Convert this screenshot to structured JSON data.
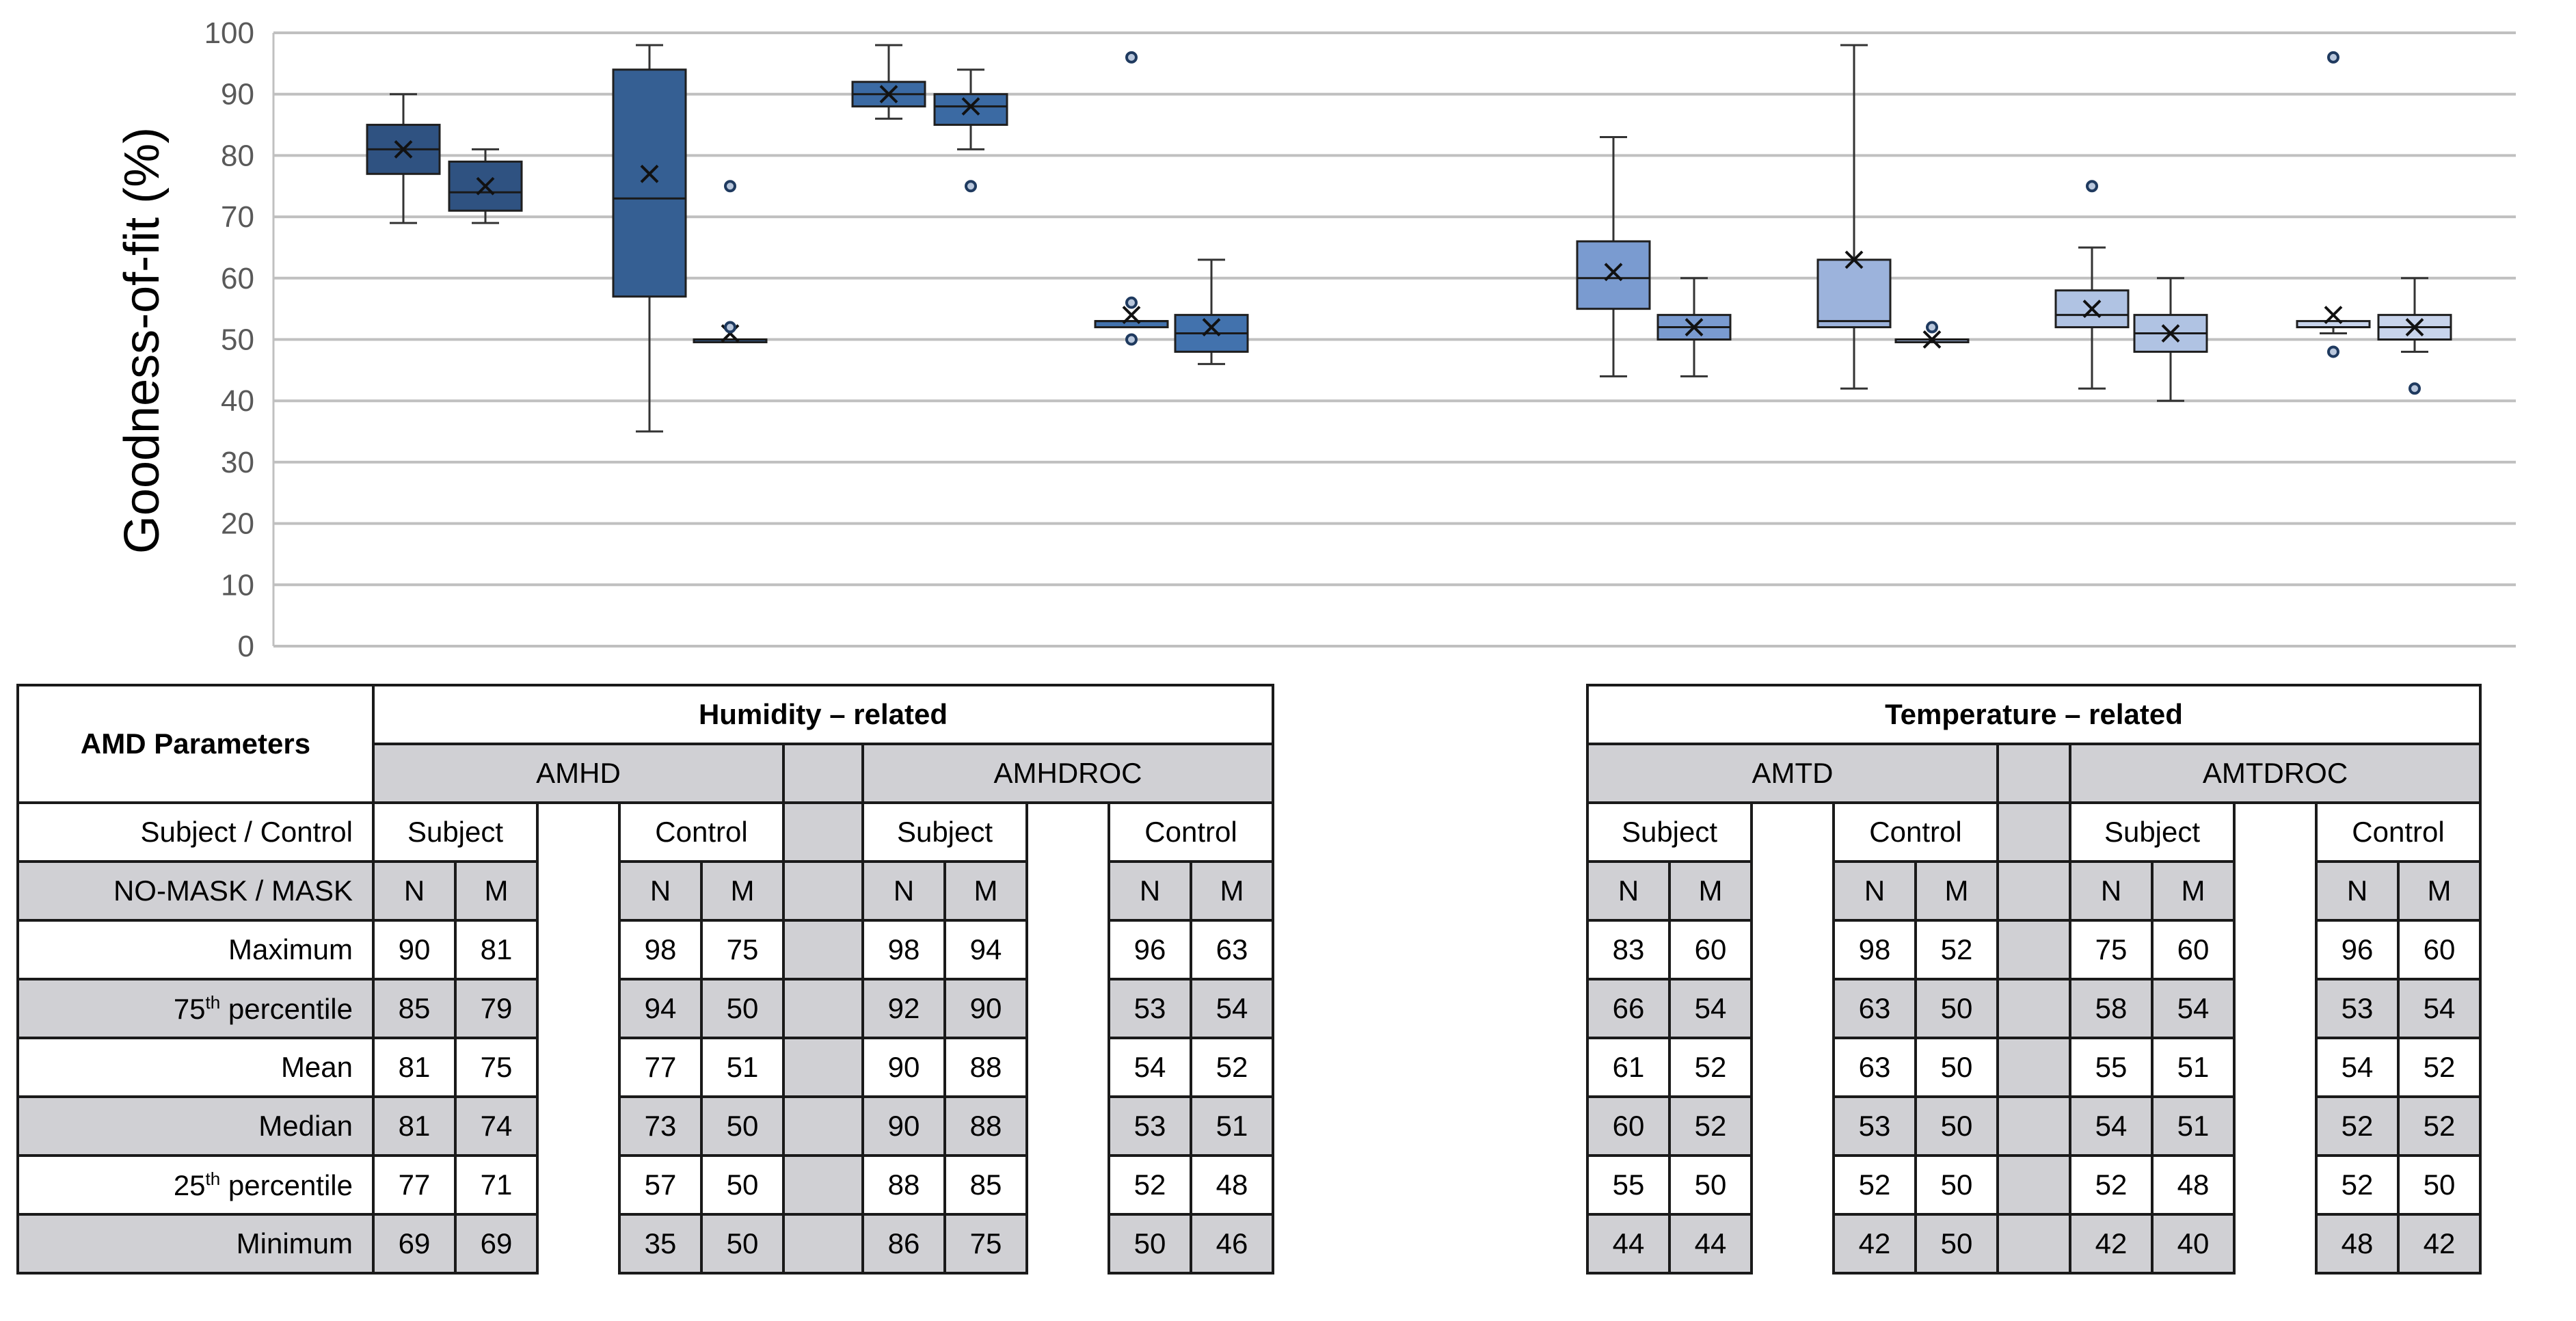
{
  "chart_data": {
    "type": "box",
    "ylabel": "Goodness-of-fit (%)",
    "ylim": [
      0,
      100
    ],
    "yticks": [
      "0",
      "10",
      "20",
      "30",
      "40",
      "50",
      "60",
      "70",
      "80",
      "90",
      "100"
    ],
    "grid": true,
    "groups": [
      {
        "name": "AMHD",
        "group": "Humidity – related"
      },
      {
        "name": "AMHDROC",
        "group": "Humidity – related"
      },
      {
        "name": "AMTD",
        "group": "Temperature – related"
      },
      {
        "name": "AMTDROC",
        "group": "Temperature – related"
      }
    ],
    "boxes": [
      {
        "parameter": "AMHD",
        "role": "Subject",
        "mode": "N",
        "color": "#2f5281",
        "min": 69,
        "q1": 77,
        "median": 81,
        "q3": 85,
        "max": 90,
        "mean": 81,
        "outliers": []
      },
      {
        "parameter": "AMHD",
        "role": "Subject",
        "mode": "M",
        "color": "#2f5281",
        "min": 69,
        "q1": 71,
        "median": 74,
        "q3": 79,
        "max": 81,
        "mean": 75,
        "outliers": []
      },
      {
        "parameter": "AMHD",
        "role": "Control",
        "mode": "N",
        "color": "#355f93",
        "min": 35,
        "q1": 57,
        "median": 73,
        "q3": 94,
        "max": 98,
        "mean": 77,
        "outliers": []
      },
      {
        "parameter": "AMHD",
        "role": "Control",
        "mode": "M",
        "color": "#355f93",
        "min": 50,
        "q1": 50,
        "median": 50,
        "q3": 50,
        "max": 50,
        "mean": 51,
        "outliers": [
          75,
          52
        ]
      },
      {
        "parameter": "AMHDROC",
        "role": "Subject",
        "mode": "N",
        "color": "#3b6aa3",
        "min": 86,
        "q1": 88,
        "median": 90,
        "q3": 92,
        "max": 98,
        "mean": 90,
        "outliers": []
      },
      {
        "parameter": "AMHDROC",
        "role": "Subject",
        "mode": "M",
        "color": "#3b6aa3",
        "min": 81,
        "q1": 85,
        "median": 88,
        "q3": 90,
        "max": 94,
        "mean": 88,
        "outliers": [
          75
        ]
      },
      {
        "parameter": "AMHDROC",
        "role": "Control",
        "mode": "N",
        "color": "#4272ad",
        "min": 52,
        "q1": 52,
        "median": 53,
        "q3": 53,
        "max": 53,
        "mean": 54,
        "outliers": [
          96,
          56,
          50
        ]
      },
      {
        "parameter": "AMHDROC",
        "role": "Control",
        "mode": "M",
        "color": "#4272ad",
        "min": 46,
        "q1": 48,
        "median": 51,
        "q3": 54,
        "max": 63,
        "mean": 52,
        "outliers": []
      },
      {
        "parameter": "AMTD",
        "role": "Subject",
        "mode": "N",
        "color": "#7a9bd0",
        "min": 44,
        "q1": 55,
        "median": 60,
        "q3": 66,
        "max": 83,
        "mean": 61,
        "outliers": []
      },
      {
        "parameter": "AMTD",
        "role": "Subject",
        "mode": "M",
        "color": "#7a9bd0",
        "min": 44,
        "q1": 50,
        "median": 52,
        "q3": 54,
        "max": 60,
        "mean": 52,
        "outliers": []
      },
      {
        "parameter": "AMTD",
        "role": "Control",
        "mode": "N",
        "color": "#9cb3dc",
        "min": 42,
        "q1": 52,
        "median": 53,
        "q3": 63,
        "max": 98,
        "mean": 63,
        "outliers": []
      },
      {
        "parameter": "AMTD",
        "role": "Control",
        "mode": "M",
        "color": "#9cb3dc",
        "min": 50,
        "q1": 50,
        "median": 50,
        "q3": 50,
        "max": 50,
        "mean": 50,
        "outliers": [
          52
        ]
      },
      {
        "parameter": "AMTDROC",
        "role": "Subject",
        "mode": "N",
        "color": "#b0c3e3",
        "min": 42,
        "q1": 52,
        "median": 54,
        "q3": 58,
        "max": 65,
        "mean": 55,
        "outliers": [
          75
        ]
      },
      {
        "parameter": "AMTDROC",
        "role": "Subject",
        "mode": "M",
        "color": "#b0c3e3",
        "min": 40,
        "q1": 48,
        "median": 51,
        "q3": 54,
        "max": 60,
        "mean": 51,
        "outliers": []
      },
      {
        "parameter": "AMTDROC",
        "role": "Control",
        "mode": "N",
        "color": "#c8d4ec",
        "min": 51,
        "q1": 52,
        "median": 52,
        "q3": 53,
        "max": 53,
        "mean": 54,
        "outliers": [
          96,
          48
        ]
      },
      {
        "parameter": "AMTDROC",
        "role": "Control",
        "mode": "M",
        "color": "#c8d4ec",
        "min": 48,
        "q1": 50,
        "median": 52,
        "q3": 54,
        "max": 60,
        "mean": 52,
        "outliers": [
          42
        ]
      }
    ]
  },
  "table": {
    "corner": "AMD Parameters",
    "humidity_header": "Humidity – related",
    "temperature_header": "Temperature – related",
    "amhd": "AMHD",
    "amhdroc": "AMHDROC",
    "amtd": "AMTD",
    "amtdroc": "AMTDROC",
    "role_label": "Subject / Control",
    "subject": "Subject",
    "control": "Control",
    "mode_label": "NO-MASK / MASK",
    "n": "N",
    "m": "M",
    "rows": [
      {
        "label": "Maximum",
        "sup": "",
        "rest": "",
        "values": [
          "90",
          "81",
          "98",
          "75",
          "98",
          "94",
          "96",
          "63",
          "83",
          "60",
          "98",
          "52",
          "75",
          "60",
          "96",
          "60"
        ]
      },
      {
        "label": "75",
        "sup": "th",
        "rest": " percentile",
        "values": [
          "85",
          "79",
          "94",
          "50",
          "92",
          "90",
          "53",
          "54",
          "66",
          "54",
          "63",
          "50",
          "58",
          "54",
          "53",
          "54"
        ]
      },
      {
        "label": "Mean",
        "sup": "",
        "rest": "",
        "values": [
          "81",
          "75",
          "77",
          "51",
          "90",
          "88",
          "54",
          "52",
          "61",
          "52",
          "63",
          "50",
          "55",
          "51",
          "54",
          "52"
        ]
      },
      {
        "label": "Median",
        "sup": "",
        "rest": "",
        "values": [
          "81",
          "74",
          "73",
          "50",
          "90",
          "88",
          "53",
          "51",
          "60",
          "52",
          "53",
          "50",
          "54",
          "51",
          "52",
          "52"
        ]
      },
      {
        "label": "25",
        "sup": "th",
        "rest": " percentile",
        "values": [
          "77",
          "71",
          "57",
          "50",
          "88",
          "85",
          "52",
          "48",
          "55",
          "50",
          "52",
          "50",
          "52",
          "48",
          "52",
          "50"
        ]
      },
      {
        "label": "Minimum",
        "sup": "",
        "rest": "",
        "values": [
          "69",
          "69",
          "35",
          "50",
          "86",
          "75",
          "50",
          "46",
          "44",
          "44",
          "42",
          "50",
          "42",
          "40",
          "48",
          "42"
        ]
      }
    ]
  }
}
